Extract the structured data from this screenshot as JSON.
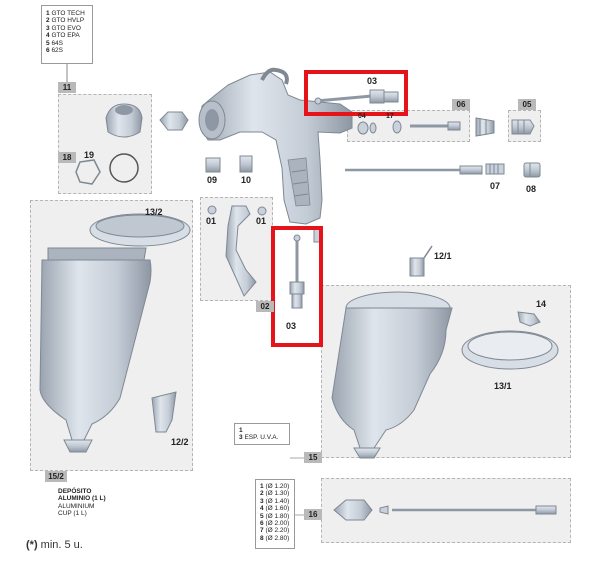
{
  "legend_models": [
    {
      "num": "1",
      "name": "GTO TECH"
    },
    {
      "num": "2",
      "name": "GTO HVLP"
    },
    {
      "num": "3",
      "name": "GTO EVO"
    },
    {
      "num": "4",
      "name": "GTO EPA"
    },
    {
      "num": "5",
      "name": "64S"
    },
    {
      "num": "6",
      "name": "62S"
    }
  ],
  "tags": {
    "t11": "11",
    "t18": "18",
    "t02": "02",
    "t06": "06",
    "t05": "05",
    "t15_2": "15/2",
    "t15": "15",
    "t16": "16"
  },
  "labels": {
    "l03_top": "03",
    "l03_side": "03",
    "l19": "19",
    "l09": "09",
    "l10": "10",
    "l07": "07",
    "l08": "08",
    "l01a": "01",
    "l01b": "01",
    "l13_2": "13/2",
    "l12_1": "12/1",
    "l14": "14",
    "l13_1": "13/1",
    "l12_2": "12/2",
    "l04": "04",
    "l17": "17"
  },
  "cup_text": {
    "line1": "DEPÓSITO",
    "line2": "ALUMINIO (1 L)",
    "line3": "ALUMINIUM",
    "line4": "CUP (1 L)"
  },
  "box15": [
    {
      "num": "1",
      "name": ""
    },
    {
      "num": "3",
      "name": "ESP. U.V.A."
    }
  ],
  "box16": [
    {
      "num": "1",
      "name": "(Ø 1.20)"
    },
    {
      "num": "2",
      "name": "(Ø 1.30)"
    },
    {
      "num": "3",
      "name": "(Ø 1.40)"
    },
    {
      "num": "4",
      "name": "(Ø 1.60)"
    },
    {
      "num": "5",
      "name": "(Ø 1.80)"
    },
    {
      "num": "6",
      "name": "(Ø 2.00)"
    },
    {
      "num": "7",
      "name": "(Ø 2.20)"
    },
    {
      "num": "8",
      "name": "(Ø 2.80)"
    }
  ],
  "footnote": {
    "mark": "(*)",
    "text": "min. 5 u."
  },
  "colors": {
    "highlight": "#e4141a",
    "part_fill": "#c8d1dc",
    "part_stroke": "#7f8893",
    "tag_bg": "#b9b9b9"
  }
}
